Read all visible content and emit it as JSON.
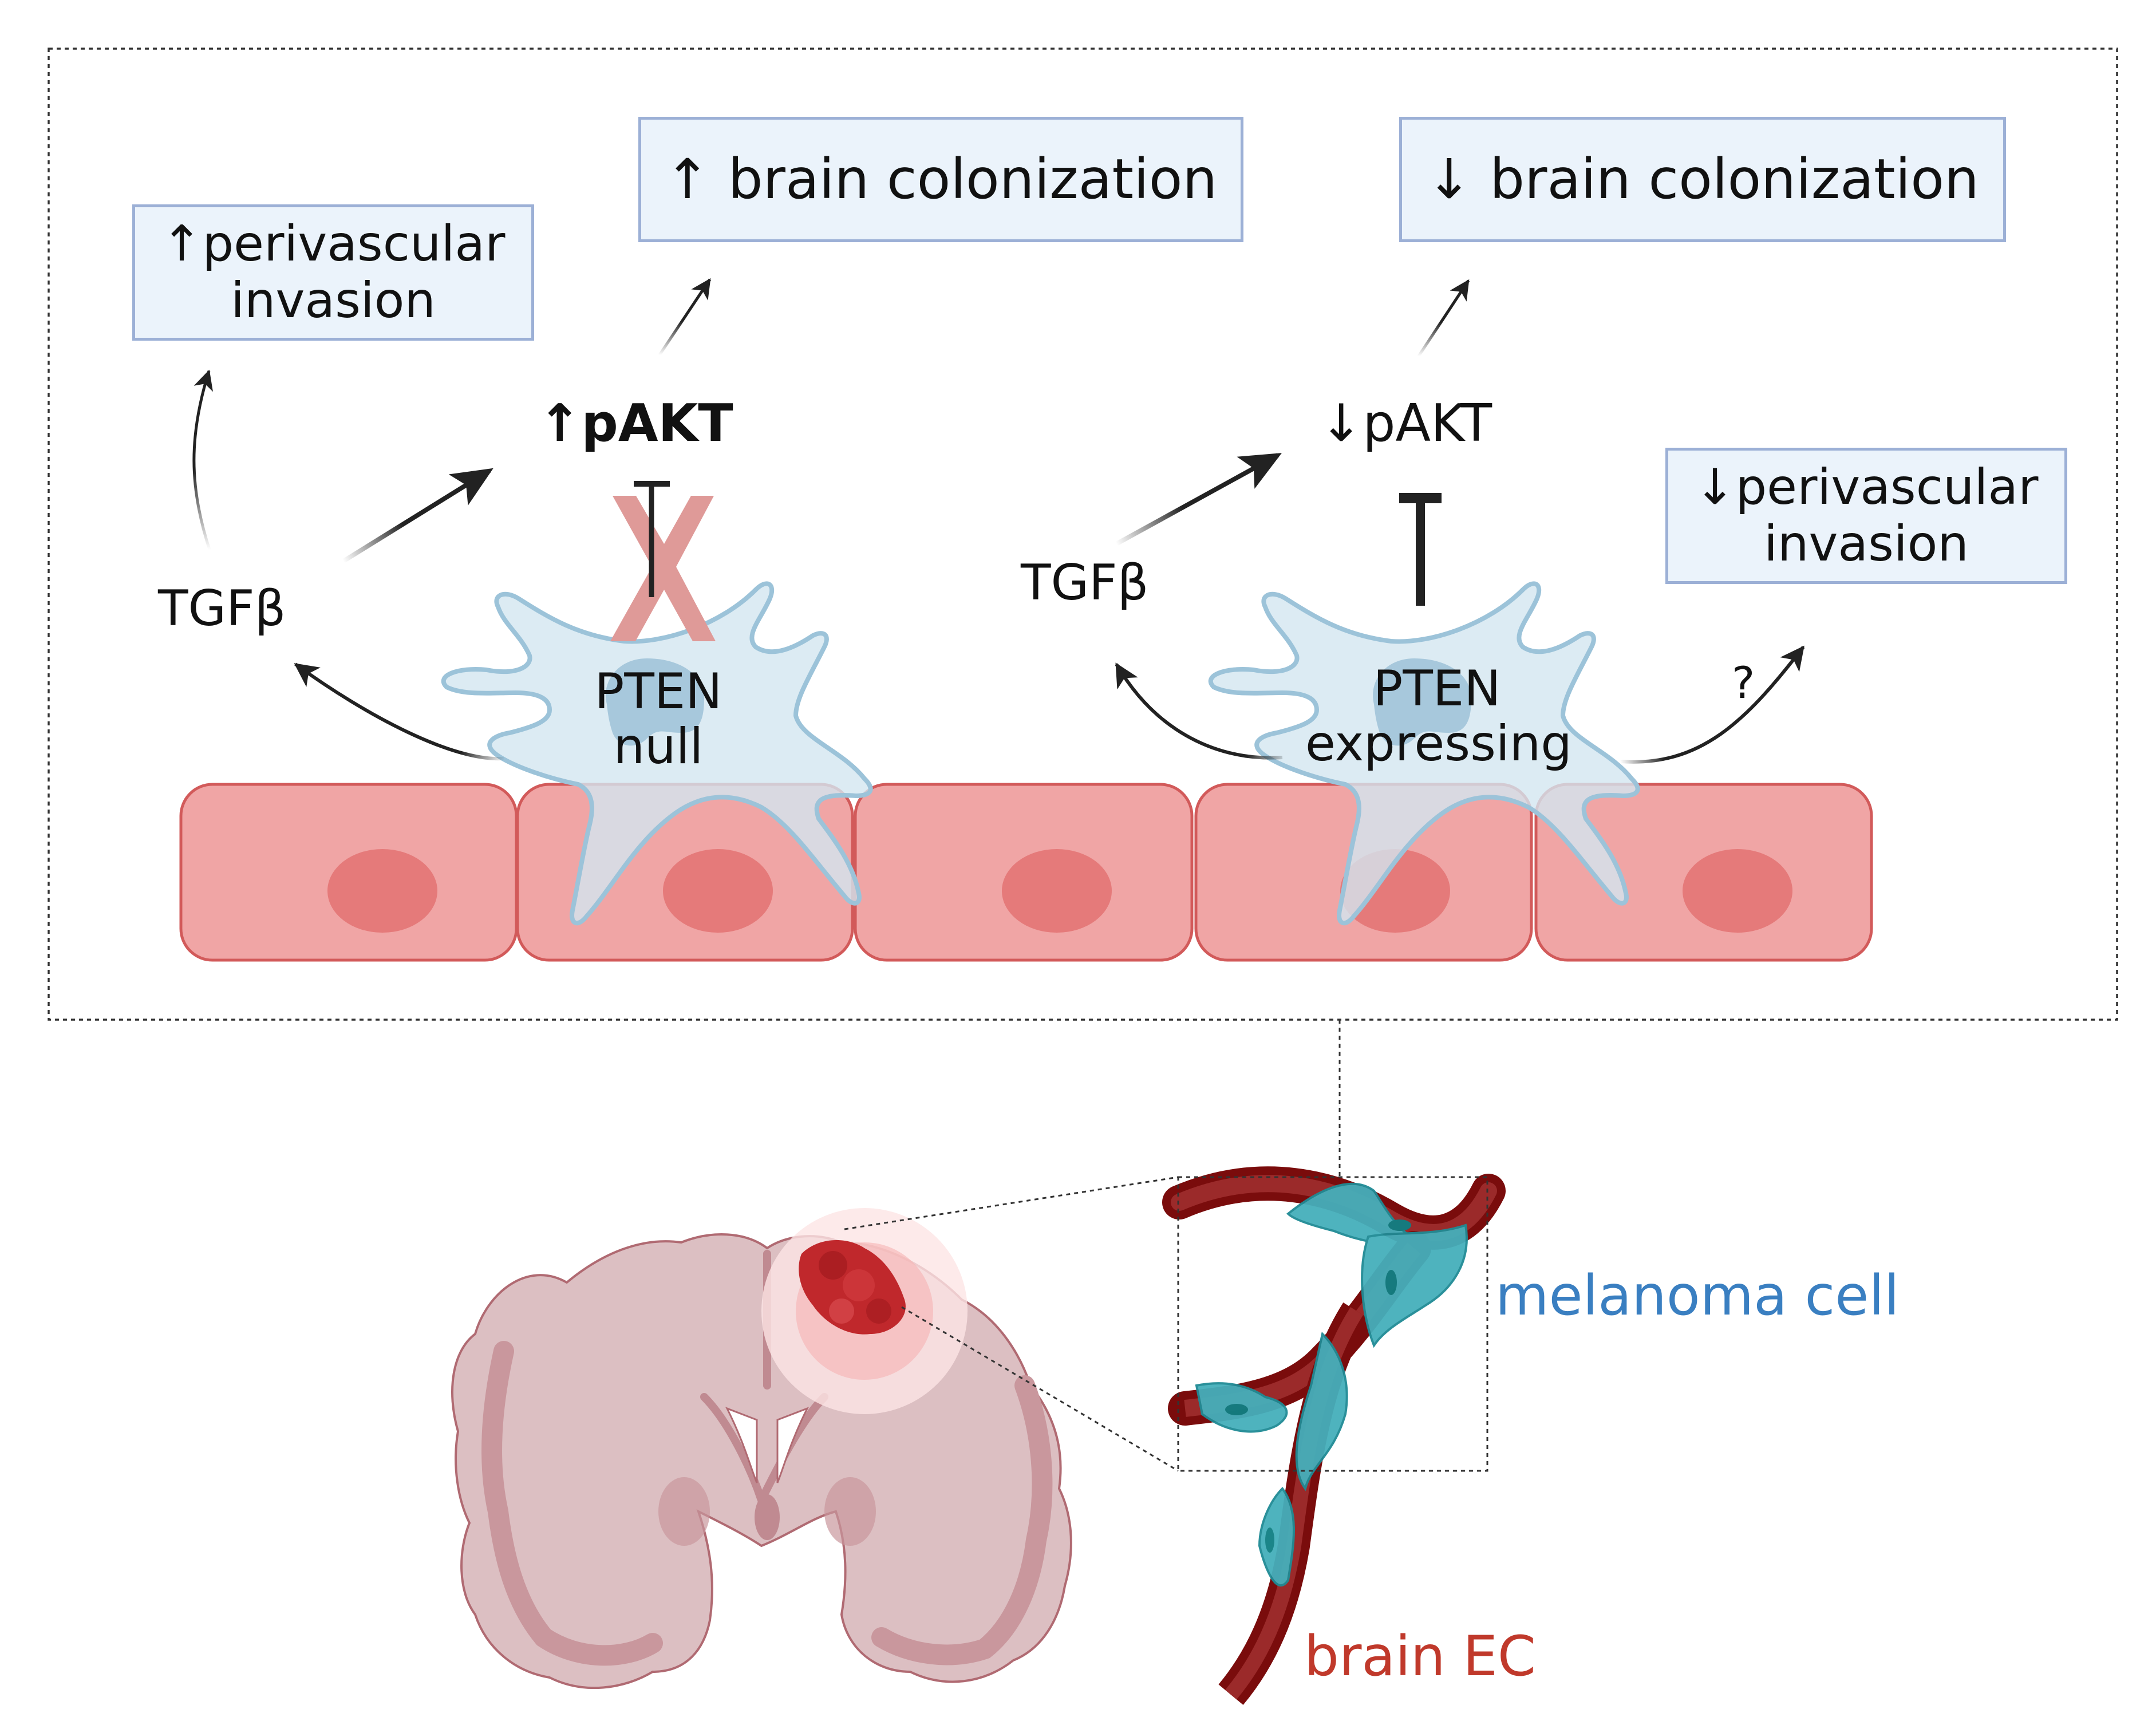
{
  "figure": {
    "left_panel": {
      "box_perivascular": {
        "arrow": "↑",
        "line1": "perivascular",
        "line2": "invasion"
      },
      "box_colonization": {
        "arrow": "↑",
        "text": "brain colonization"
      },
      "pakt": {
        "arrow": "↑",
        "text": "pAKT"
      },
      "tgfb": "TGFβ",
      "cell_line1": "PTEN",
      "cell_line2": "null",
      "inhibition_status": "blocked"
    },
    "right_panel": {
      "box_colonization": {
        "arrow": "↓",
        "text": "brain colonization"
      },
      "box_perivascular": {
        "arrow": "↓",
        "line1": "perivascular",
        "line2": "invasion"
      },
      "pakt": {
        "arrow": "↓",
        "text": "pAKT"
      },
      "tgfb": "TGFβ",
      "cell_line1": "PTEN",
      "cell_line2": "expressing",
      "question": "?",
      "inhibition_status": "active"
    },
    "endothelial_cell_count": 5,
    "labels": {
      "melanoma": "melanoma cell",
      "brain_ec": "brain EC"
    },
    "colors": {
      "box_fill": "#ebf3fb",
      "box_border": "#9cb0d6",
      "ec_fill": "#f0a5a5",
      "ec_border": "#d25a5a",
      "ec_nucleus": "#e57a7a",
      "tumor_cell_fill": "#cfe3ee",
      "tumor_cell_border": "#9cc3d9",
      "tumor_nucleus": "#a7c8dc",
      "x_mark": "#df9a98",
      "melanoma_label": "#3a7fc1",
      "brain_ec_label": "#c0392b",
      "vessel": "#7a0c0c",
      "melanoma_cell": "#45afbb",
      "brain_fill": "#dcbfc2",
      "brain_gyri": "#c9979d"
    }
  }
}
